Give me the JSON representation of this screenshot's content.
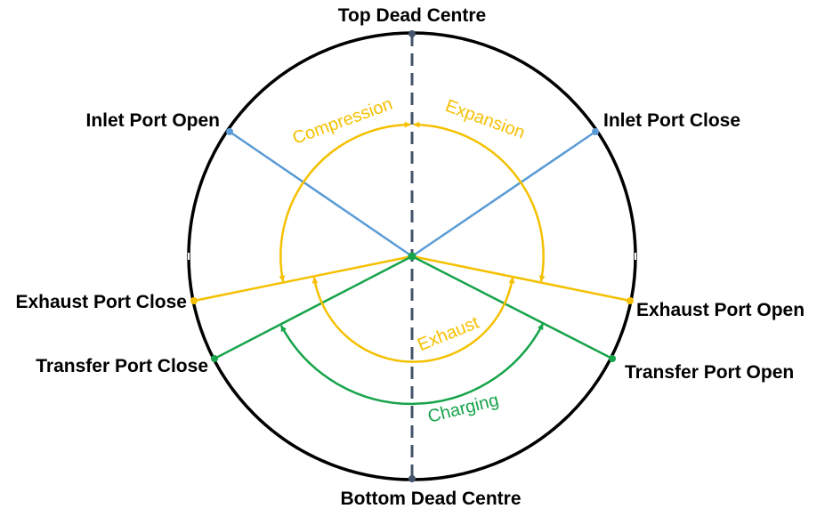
{
  "labels": {
    "tdc": "Top Dead Centre",
    "bdc": "Bottom Dead Centre",
    "inlet_open": "Inlet Port Open",
    "inlet_close": "Inlet Port Close",
    "exhaust_close": "Exhaust Port Close",
    "exhaust_open": "Exhaust Port Open",
    "transfer_close": "Transfer Port Close",
    "transfer_open": "Transfer Port Open"
  },
  "phases": {
    "compression": "Compression",
    "expansion": "Expansion",
    "exhaust": "Exhaust",
    "charging": "Charging"
  },
  "colors": {
    "circle": "#000000",
    "dead_centre": "#44546A",
    "inlet": "#5B9BD5",
    "exhaust": "#F5C000",
    "transfer": "#16A34A"
  }
}
